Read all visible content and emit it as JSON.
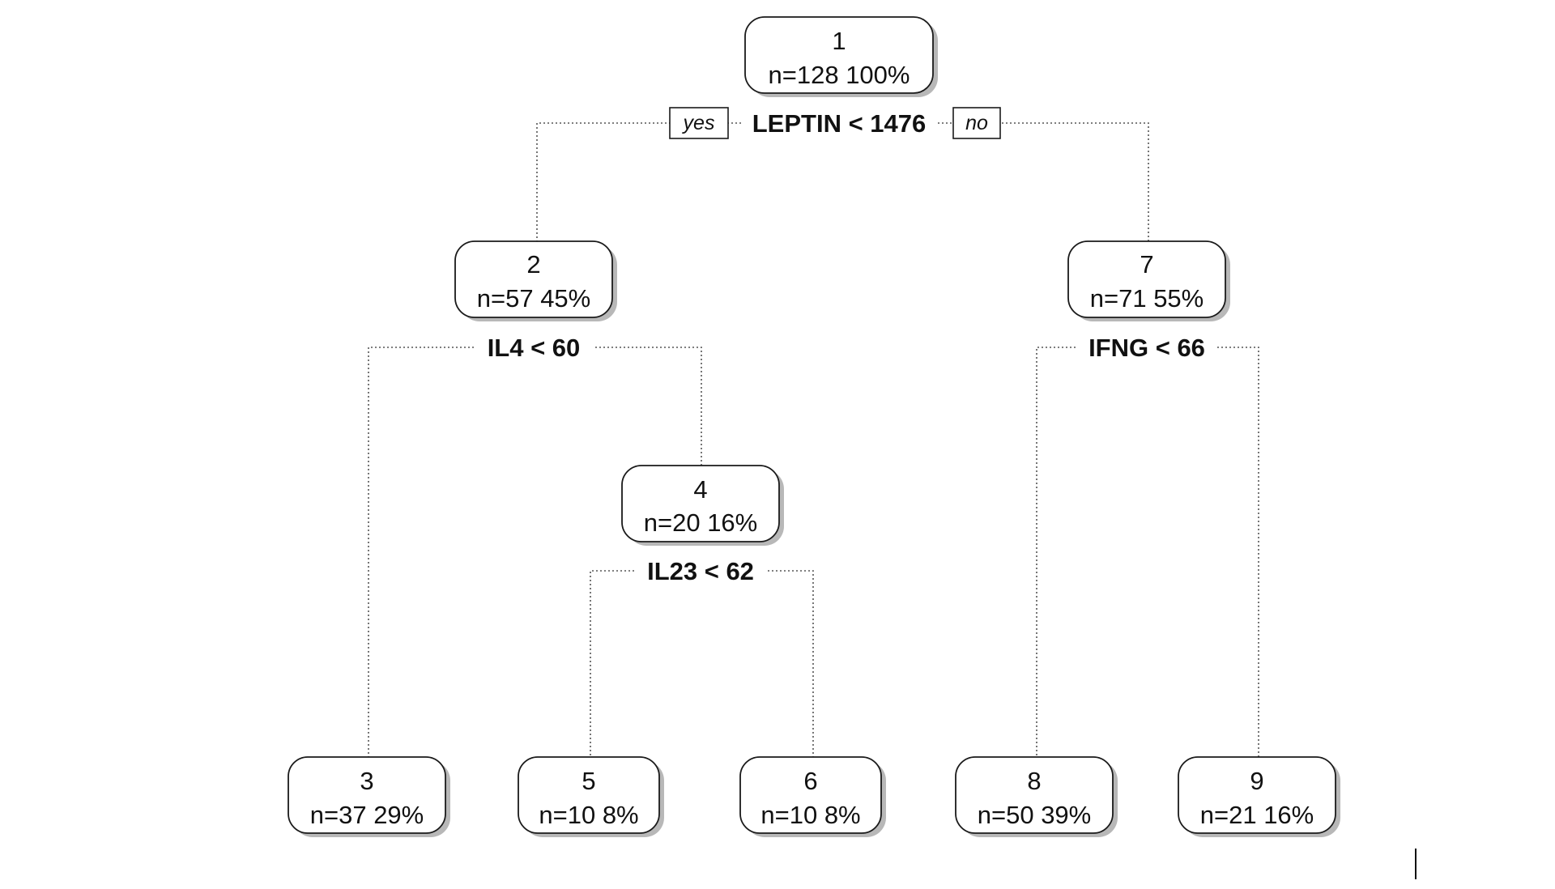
{
  "tree": {
    "nodes": [
      {
        "id": "1",
        "stats": "n=128  100%"
      },
      {
        "id": "2",
        "stats": "n=57  45%"
      },
      {
        "id": "7",
        "stats": "n=71  55%"
      },
      {
        "id": "4",
        "stats": "n=20  16%"
      },
      {
        "id": "3",
        "stats": "n=37  29%"
      },
      {
        "id": "5",
        "stats": "n=10  8%"
      },
      {
        "id": "6",
        "stats": "n=10  8%"
      },
      {
        "id": "8",
        "stats": "n=50  39%"
      },
      {
        "id": "9",
        "stats": "n=21  16%"
      }
    ],
    "splits": [
      {
        "node": "1",
        "label": "LEPTIN < 1476"
      },
      {
        "node": "2",
        "label": "IL4 < 60"
      },
      {
        "node": "7",
        "label": "IFNG < 66"
      },
      {
        "node": "4",
        "label": "IL23 < 62"
      }
    ],
    "branch_labels": {
      "yes": "yes",
      "no": "no"
    }
  }
}
